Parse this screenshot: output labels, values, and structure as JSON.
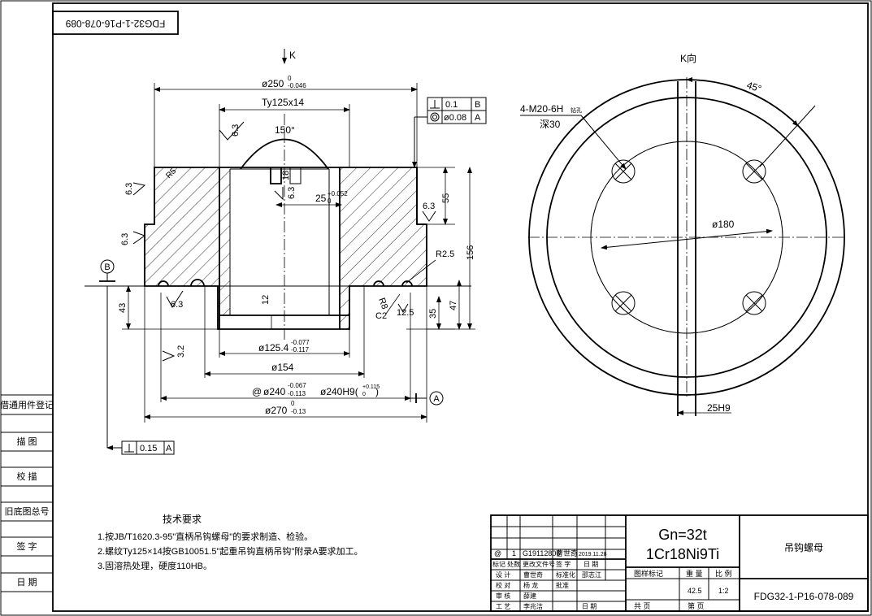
{
  "drawing_number_rotated": "FDG32-1-P16-078-089",
  "sidebar": {
    "labels": [
      "借通用件登记",
      "描 图",
      "校 描",
      "旧底图总号",
      "签 字",
      "日 期"
    ]
  },
  "section_view": {
    "view_arrow_label": "K",
    "dims": {
      "d250": "ø250",
      "d250_tol_upper": "0",
      "d250_tol_lower": "-0.046",
      "thread": "Ty125x14",
      "angle": "150°",
      "r5": "R5",
      "h18": "18",
      "r63_a": "6.3",
      "d25": "25",
      "d25_tol_upper": "+0.052",
      "d25_tol_lower": "0",
      "h55": "55",
      "h156": "156",
      "r25": "R2.5",
      "r8": "R8",
      "c2": "C2",
      "h125": "12.5",
      "h35": "35",
      "h47": "47",
      "h43": "43",
      "h12": "12",
      "d1254": "ø125.4",
      "d1254_tol_upper": "-0.077",
      "d1254_tol_lower": "-0.117",
      "d154": "ø154",
      "d240_prefix": "@",
      "d240": "ø240",
      "d240_tol_upper": "-0.067",
      "d240_tol_lower": "-0.113",
      "d240h9": "ø240H9(",
      "d240h9_tol_upper": "+0.115",
      "d240h9_tol_lower": "0",
      "d240h9_close": ")",
      "d270": "ø270",
      "d270_tol_upper": "0",
      "d270_tol_lower": "-0.13",
      "rough_63": "6.3",
      "rough_32": "3.2",
      "datum_a": "A",
      "datum_b": "B"
    },
    "tolerance_frames": {
      "perp1": {
        "value": "0.1",
        "datum": "B"
      },
      "conc": {
        "value": "ø0.08",
        "datum": "A"
      },
      "perp2": {
        "value": "0.15",
        "datum": "A"
      }
    }
  },
  "k_view": {
    "title": "K向",
    "angle": "45°",
    "thread_note_1": "4-M20-6H",
    "thread_note_suffix": "钻孔",
    "thread_note_2": "深30",
    "pcd": "ø180",
    "slot": "25H9"
  },
  "tech_requirements": {
    "title": "技术要求",
    "items": [
      "1.按JB/T1620.3-95\"直柄吊钩螺母\"的要求制造、检验。",
      "2.螺纹Ty125×14按GB10051.5\"起重吊钩直柄吊钩\"附录A要求加工。",
      "3.固溶热处理，硬度110HB。"
    ]
  },
  "title_block": {
    "rev_row": [
      "@",
      "1",
      "G19112806",
      "曹世奇",
      "2019.11.28"
    ],
    "rev_headers": [
      "标记",
      "处数",
      "更改文件号",
      "签 字",
      "日 期"
    ],
    "roles": [
      "设 计",
      "校 对",
      "审 核",
      "工 艺"
    ],
    "signatures": [
      "曹世奇",
      "杨 龙",
      "薛建",
      "李兆洁"
    ],
    "standardization_label": "标准化",
    "standardization_signature": "邵志江",
    "approval_label": "批准",
    "date_label": "日 期",
    "weight_label": "Gn=32t",
    "material": "1Cr18Ni9Ti",
    "drawing_mark_label": "图样标记",
    "mass_label": "重 量",
    "scale_label": "比 例",
    "mass_value": "42.5",
    "scale_value": "1:2",
    "total_sheets_label": "共    页",
    "sheet_label": "第    页",
    "part_name": "吊钩螺母",
    "drawing_number": "FDG32-1-P16-078-089"
  }
}
